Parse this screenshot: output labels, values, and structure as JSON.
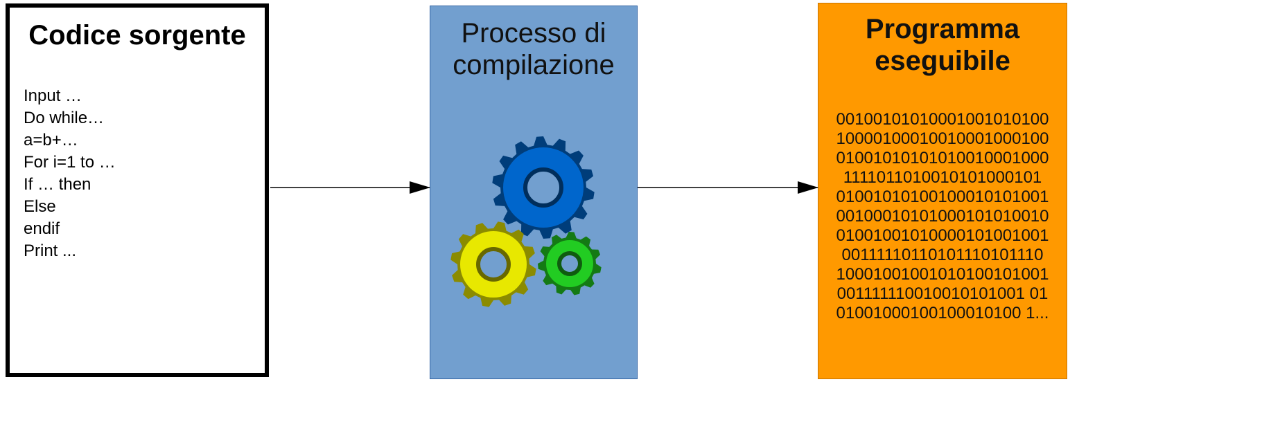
{
  "source": {
    "title": "Codice sorgente",
    "code_lines": [
      "Input …",
      "Do while…",
      "a=b+…",
      "For i=1 to …",
      "If … then",
      "Else",
      "endif",
      "Print ..."
    ]
  },
  "process": {
    "title_lines": [
      "Processo di",
      "compilazione"
    ],
    "gears": [
      {
        "name": "blue-gear-icon",
        "color": "#0066cc"
      },
      {
        "name": "yellow-gear-icon",
        "color": "#e8e800"
      },
      {
        "name": "green-gear-icon",
        "color": "#22cc22"
      }
    ]
  },
  "executable": {
    "title_lines": [
      "Programma",
      "eseguibile"
    ],
    "binary_lines": [
      "00100101010001001010100",
      "10000100010010001000100",
      "01001010101010010001000",
      "1111011010010101000101",
      "01001010100100010101001",
      "00100010101000101010010",
      "01001001010000101001001",
      "00111110110101110101110",
      "10001001001010100101001",
      "001111110010010101001 01",
      "01001000100100010100 1..."
    ]
  },
  "colors": {
    "process_fill": "#729fcf",
    "executable_fill": "#ff9900",
    "arrow": "#000000"
  }
}
